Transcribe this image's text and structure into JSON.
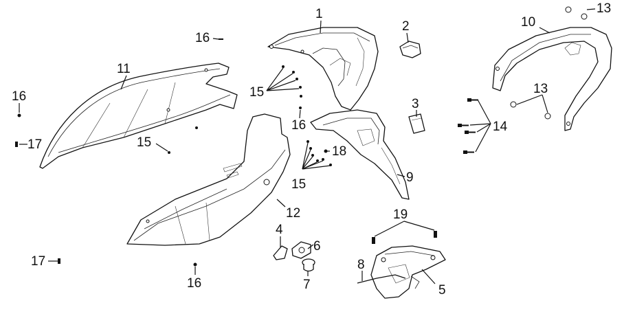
{
  "callouts": [
    "1",
    "2",
    "3",
    "4",
    "5",
    "6",
    "7",
    "8",
    "9",
    "10",
    "11",
    "12",
    "13",
    "13",
    "14",
    "15",
    "15",
    "15",
    "16",
    "16",
    "16",
    "17",
    "17",
    "18",
    "19"
  ]
}
